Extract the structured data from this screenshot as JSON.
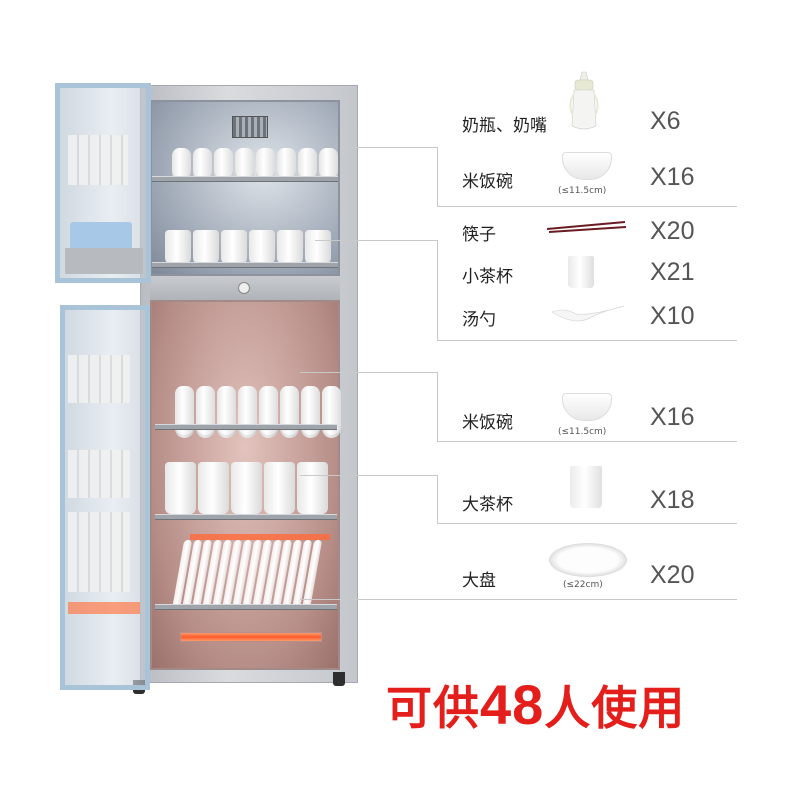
{
  "product": {
    "image_alt": "双门消毒柜（开门展示）"
  },
  "upper_section": {
    "items": [
      {
        "name": "奶瓶、奶嘴",
        "icon": "baby-bottle-icon",
        "size": "",
        "qty": "X6"
      },
      {
        "name": "米饭碗",
        "icon": "rice-bowl-icon",
        "size": "(≤11.5cm)",
        "qty": "X16"
      },
      {
        "name": "筷子",
        "icon": "chopsticks-icon",
        "size": "",
        "qty": "X20"
      },
      {
        "name": "小茶杯",
        "icon": "small-cup-icon",
        "size": "",
        "qty": "X21"
      },
      {
        "name": "汤勺",
        "icon": "spoon-icon",
        "size": "",
        "qty": "X10"
      }
    ]
  },
  "lower_section": {
    "items": [
      {
        "name": "米饭碗",
        "icon": "rice-bowl-icon",
        "size": "(≤11.5cm)",
        "qty": "X16"
      },
      {
        "name": "大茶杯",
        "icon": "large-cup-icon",
        "size": "",
        "qty": "X18"
      },
      {
        "name": "大盘",
        "icon": "plate-icon",
        "size": "(≤22cm)",
        "qty": "X20"
      }
    ]
  },
  "tagline": {
    "prefix": "可供",
    "number": "48",
    "suffix": "人使用",
    "color": "#e41e1a"
  },
  "colors": {
    "qty_text": "#555555",
    "connector_line": "#c9c9c9"
  }
}
